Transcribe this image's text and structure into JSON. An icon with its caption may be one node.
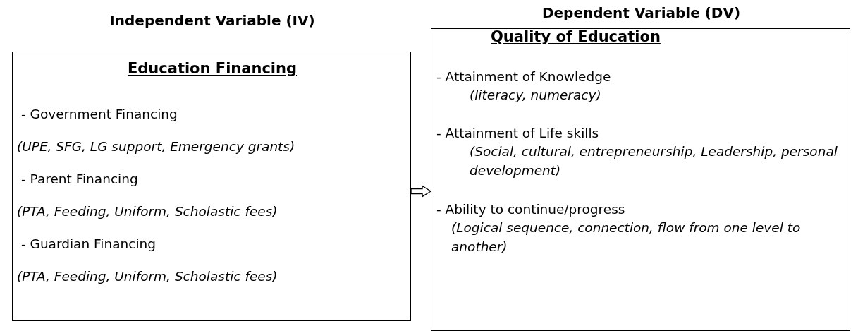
{
  "diagram": {
    "nodes": [
      {
        "text": [
          "Independent Variable (IV)",
          "Education Financing",
          "- Government Financing",
          "(UPE, SFG, LG support, Emergency grants)",
          "- Parent Financing",
          "(PTA, Feeding, Uniform, Scholastic fees)",
          "- Guardian Financing",
          "(PTA, Feeding, Uniform, Scholastic fees)"
        ]
      },
      {
        "text": [
          "Dependent Variable (DV)",
          "Quality of Education",
          "- Attainment of Knowledge",
          "(literacy, numeracy)",
          "- Attainment of Life skills",
          "(Social, cultural, entrepreneurship, Leadership, personal development)",
          "- Ability to continue/progress",
          "(Logical sequence, connection, flow from one level to another)"
        ]
      }
    ],
    "edges": [
      {
        "from": 0,
        "to": 1,
        "arrow": "to"
      }
    ]
  }
}
